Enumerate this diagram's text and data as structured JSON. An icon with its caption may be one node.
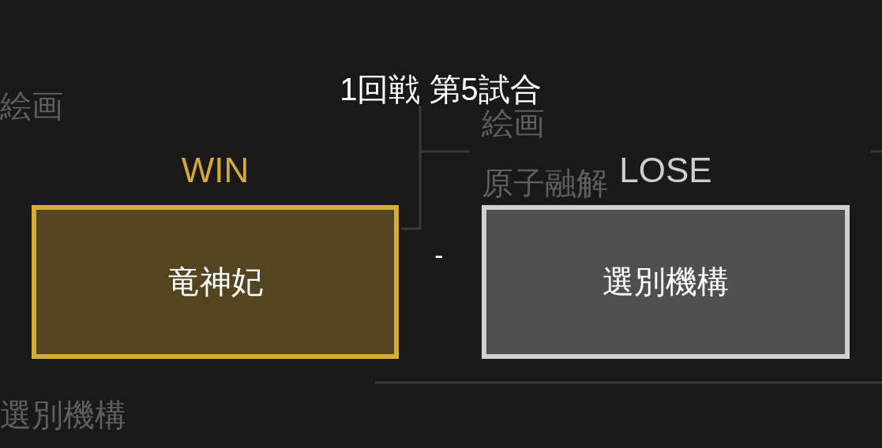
{
  "diagram": {
    "title": "1回戦 第5試合",
    "nodes": [
      {
        "text": [
          "WIN",
          "竜神妃"
        ]
      },
      {
        "text": [
          "LOSE",
          "選別機構"
        ]
      }
    ],
    "labels": [
      "絵画",
      "絵画",
      "原子融解",
      "-",
      "選別機構"
    ]
  }
}
